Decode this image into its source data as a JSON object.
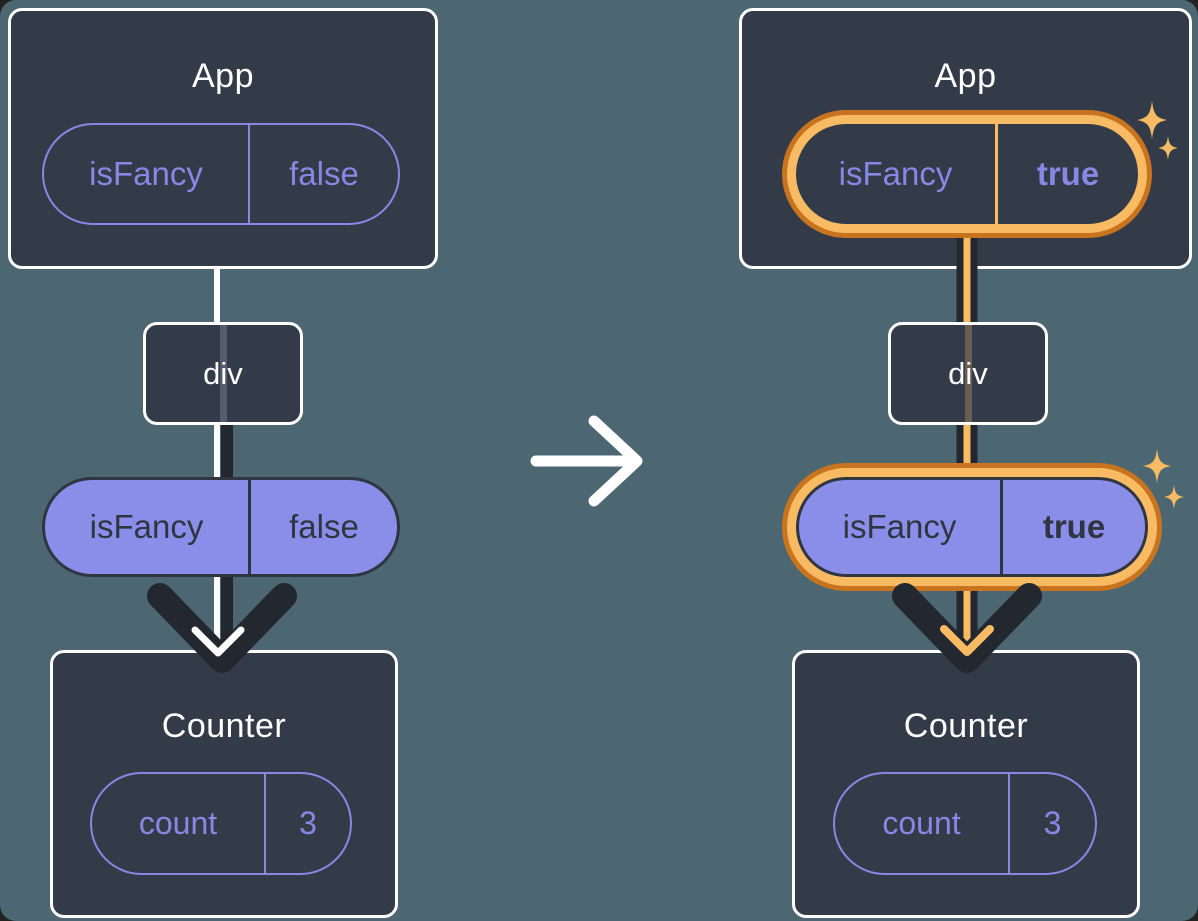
{
  "colors": {
    "background": "#4c6771",
    "panel": "#343b48",
    "panel-border": "#ffffff",
    "purple": "#8688e4",
    "purple-fill": "#8b8ee8",
    "dark-text": "#2f3541",
    "arrow-dark": "#23272f",
    "orange": "#f8bb63",
    "orange-dark": "#c8741f"
  },
  "icons": {
    "transition": "arrow-right-icon",
    "flow": "arrow-down-icon",
    "highlight": "sparkle-icon"
  },
  "before": {
    "app": {
      "title": "App",
      "state_key": "isFancy",
      "state_value": "false"
    },
    "div_label": "div",
    "prop_key": "isFancy",
    "prop_value": "false",
    "counter": {
      "title": "Counter",
      "state_key": "count",
      "state_value": "3"
    }
  },
  "after": {
    "app": {
      "title": "App",
      "state_key": "isFancy",
      "state_value": "true"
    },
    "div_label": "div",
    "prop_key": "isFancy",
    "prop_value": "true",
    "counter": {
      "title": "Counter",
      "state_key": "count",
      "state_value": "3"
    }
  }
}
